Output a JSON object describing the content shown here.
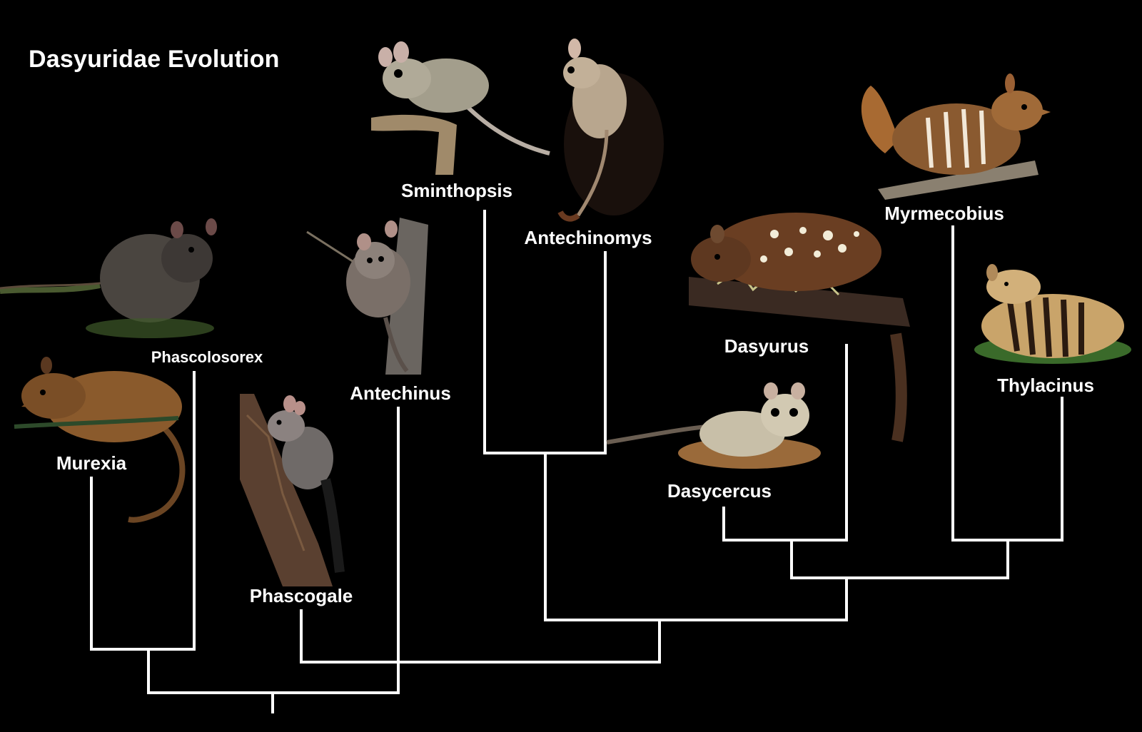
{
  "title": "Dasyuridae Evolution",
  "taxa": {
    "murexia": "Murexia",
    "phascolosorex": "Phascolosorex",
    "phascogale": "Phascogale",
    "antechinus": "Antechinus",
    "sminthopsis": "Sminthopsis",
    "antechinomys": "Antechinomys",
    "dasycercus": "Dasycercus",
    "dasyurus": "Dasyurus",
    "myrmecobius": "Myrmecobius",
    "thylacinus": "Thylacinus"
  },
  "colors": {
    "background": "#000000",
    "branch": "#ffffff",
    "label": "#ffffff"
  },
  "icons": [
    "mouse-silhouette",
    "marsupial-silhouette"
  ]
}
